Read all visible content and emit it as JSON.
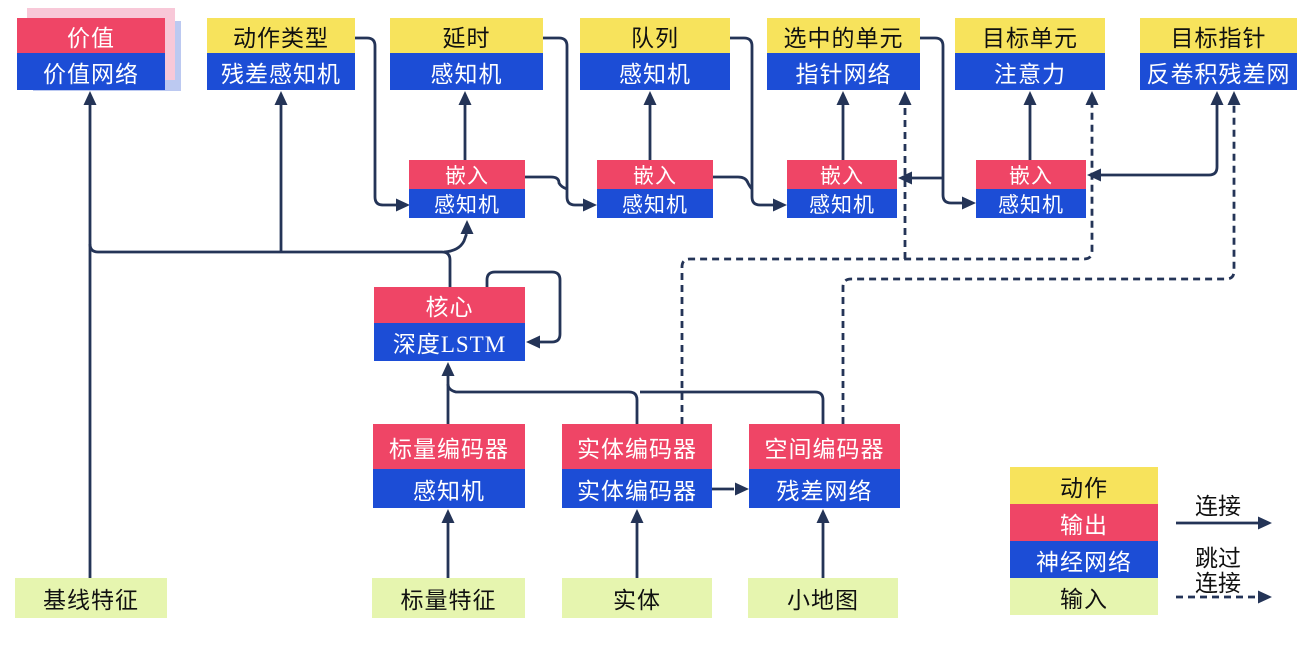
{
  "heads": [
    {
      "top": "价值",
      "bottom": "价值网络"
    },
    {
      "top": "动作类型",
      "bottom": "残差感知机"
    },
    {
      "top": "延时",
      "bottom": "感知机"
    },
    {
      "top": "队列",
      "bottom": "感知机"
    },
    {
      "top": "选中的单元",
      "bottom": "指针网络"
    },
    {
      "top": "目标单元",
      "bottom": "注意力"
    },
    {
      "top": "目标指针",
      "bottom": "反卷积残差网"
    }
  ],
  "embeddings": [
    {
      "top": "嵌入",
      "bottom": "感知机"
    },
    {
      "top": "嵌入",
      "bottom": "感知机"
    },
    {
      "top": "嵌入",
      "bottom": "感知机"
    },
    {
      "top": "嵌入",
      "bottom": "感知机"
    }
  ],
  "core": {
    "top": "核心",
    "bottom": "深度LSTM"
  },
  "encoders": [
    {
      "top": "标量编码器",
      "bottom": "感知机"
    },
    {
      "top": "实体编码器",
      "bottom": "实体编码器"
    },
    {
      "top": "空间编码器",
      "bottom": "残差网络"
    }
  ],
  "inputs": [
    "基线特征",
    "标量特征",
    "实体",
    "小地图"
  ],
  "legend": {
    "items": [
      {
        "label": "动作",
        "type": "action"
      },
      {
        "label": "输出",
        "type": "output"
      },
      {
        "label": "神经网络",
        "type": "network"
      },
      {
        "label": "输入",
        "type": "input"
      }
    ],
    "solid_label": "连接",
    "dashed_label_1": "跳过",
    "dashed_label_2": "连接"
  },
  "colors": {
    "action_yellow": "#F7E35C",
    "output_red": "#EF4566",
    "network_blue": "#1C4DD6",
    "input_green": "#E6F5AF",
    "line_navy": "#243457",
    "stack_pink": "#F8C8D8",
    "stack_blue": "#BCC9F1"
  }
}
